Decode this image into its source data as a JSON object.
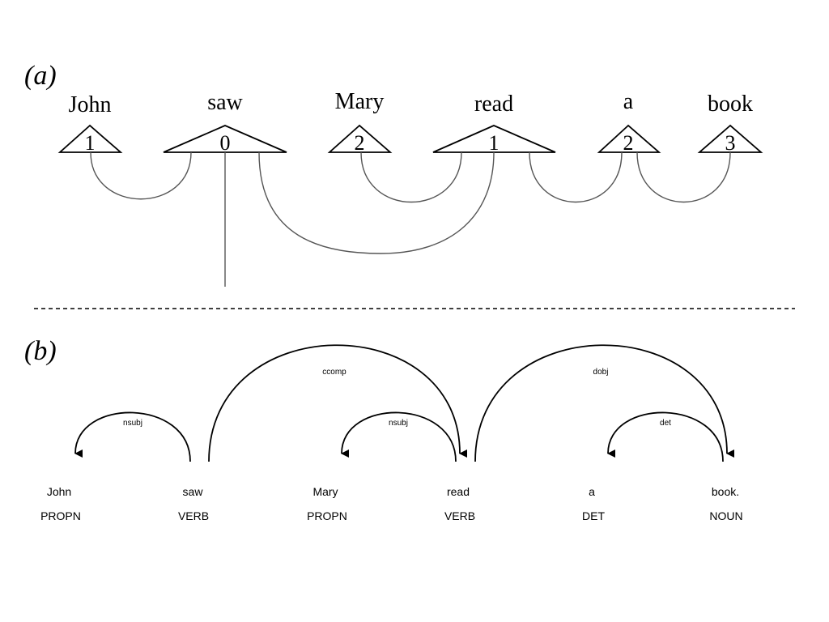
{
  "panel_a": {
    "label": "(a)",
    "nodes": [
      {
        "word": "John",
        "index": "1"
      },
      {
        "word": "saw",
        "index": "0"
      },
      {
        "word": "Mary",
        "index": "2"
      },
      {
        "word": "read",
        "index": "1"
      },
      {
        "word": "a",
        "index": "2"
      },
      {
        "word": "book",
        "index": "3"
      }
    ]
  },
  "panel_b": {
    "label": "(b)",
    "tokens": [
      {
        "word": "John",
        "pos": "PROPN"
      },
      {
        "word": "saw",
        "pos": "VERB"
      },
      {
        "word": "Mary",
        "pos": "PROPN"
      },
      {
        "word": "read",
        "pos": "VERB"
      },
      {
        "word": "a",
        "pos": "DET"
      },
      {
        "word": "book.",
        "pos": "NOUN"
      }
    ],
    "arcs": [
      {
        "label": "nsubj",
        "head": "saw",
        "dependent": "John"
      },
      {
        "label": "ccomp",
        "head": "saw",
        "dependent": "read"
      },
      {
        "label": "nsubj",
        "head": "read",
        "dependent": "Mary"
      },
      {
        "label": "dobj",
        "head": "read",
        "dependent": "book."
      },
      {
        "label": "det",
        "head": "book.",
        "dependent": "a"
      }
    ]
  }
}
